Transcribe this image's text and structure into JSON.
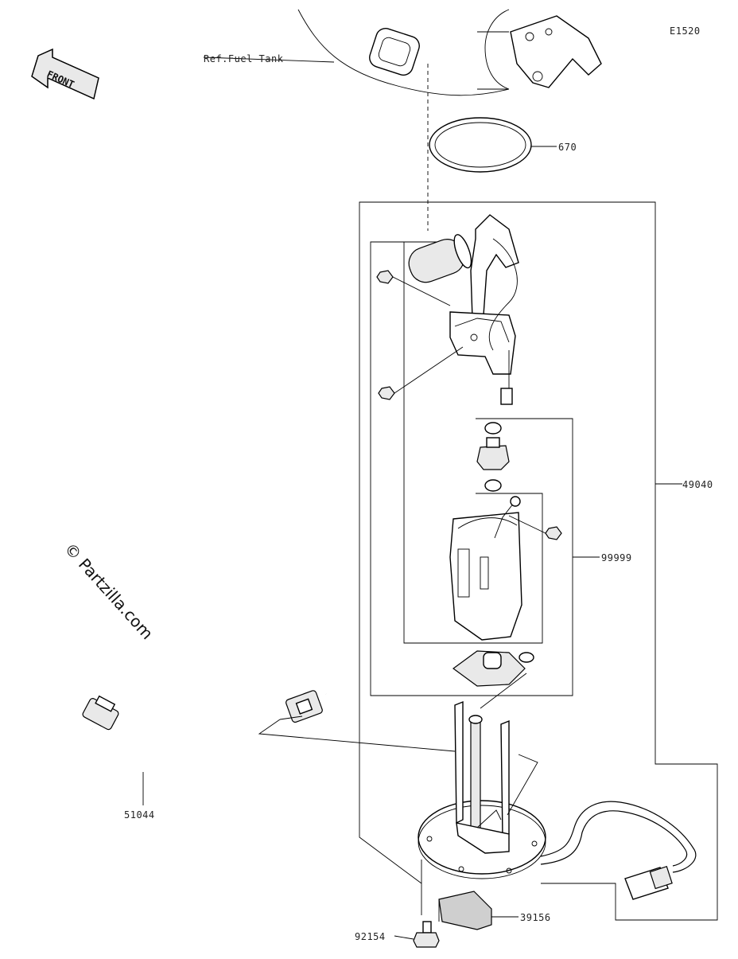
{
  "diagram_code": "E1520",
  "reference_label": "Ref.Fuel Tank",
  "front_label": "FRONT",
  "watermark": "© Partzilla.com",
  "part_numbers": {
    "o_ring": "670",
    "pump_assembly": "49040",
    "filter_kit": "99999",
    "fuel_hose": "51044",
    "pad": "39156",
    "bolt": "92154"
  }
}
